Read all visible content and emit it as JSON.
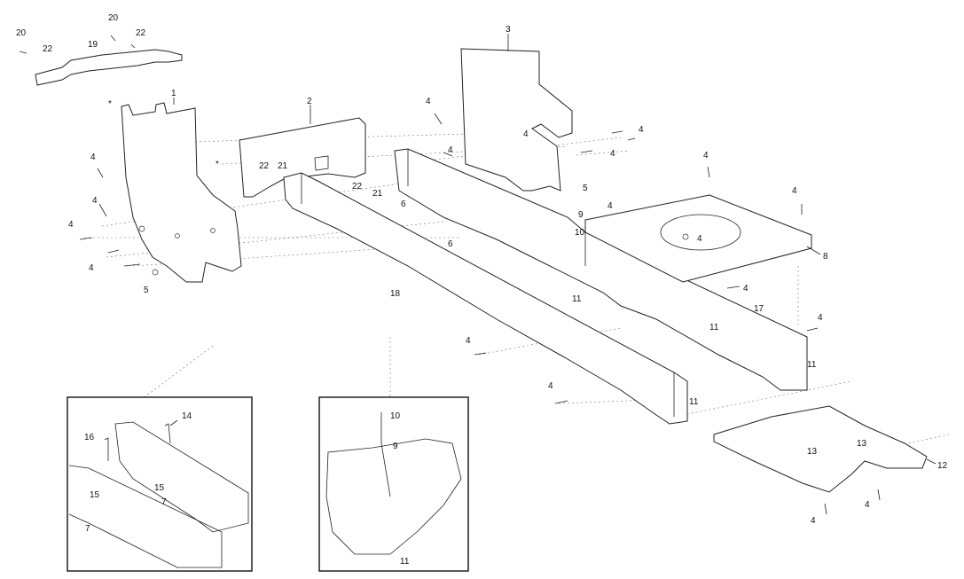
{
  "labels": {
    "l1": "1",
    "l2": "2",
    "l3": "3",
    "l4": "4",
    "l5": "5",
    "l6": "6",
    "l7": "7",
    "l8": "8",
    "l9": "9",
    "l10": "10",
    "l11": "11",
    "l12": "12",
    "l13": "13",
    "l14": "14",
    "l15": "15",
    "l16": "16",
    "l17": "17",
    "l18": "18",
    "l19": "19",
    "l20": "20",
    "l21": "21",
    "l22": "22",
    "star": "*"
  }
}
